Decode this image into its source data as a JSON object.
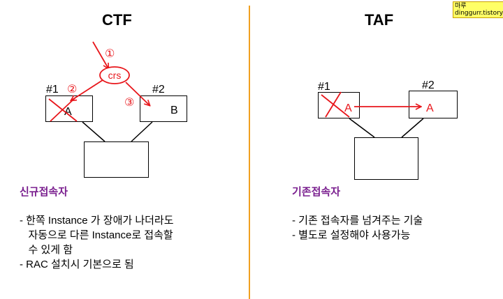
{
  "left": {
    "title": "CTF",
    "node1_label": "#1",
    "node2_label": "#2",
    "node1_instance": "A",
    "node2_instance": "B",
    "crs_label": "crs",
    "step1": "①",
    "step2": "②",
    "step3": "③",
    "subtitle": "신규접속자",
    "bullets": [
      "- 한쪽 Instance 가 장애가 나더라도",
      "   자동으로 다른 Instance로 접속할",
      "   수 있게 함",
      "- RAC 설치시 기본으로 됨"
    ]
  },
  "right": {
    "title": "TAF",
    "node1_label": "#1",
    "node2_label": "#2",
    "node1_instance": "A",
    "node2_instance": "A",
    "subtitle": "기존접속자",
    "bullets": [
      "- 기존 접속자를 넘겨주는 기술",
      "- 별도로 설정해야 사용가능"
    ]
  },
  "logo": {
    "line1": "마루",
    "line2": "dinggurr.tistory.com"
  },
  "colors": {
    "accent_red": "#e8161b",
    "subtitle_purple": "#7a1f8f",
    "divider_orange": "#f0a020"
  }
}
